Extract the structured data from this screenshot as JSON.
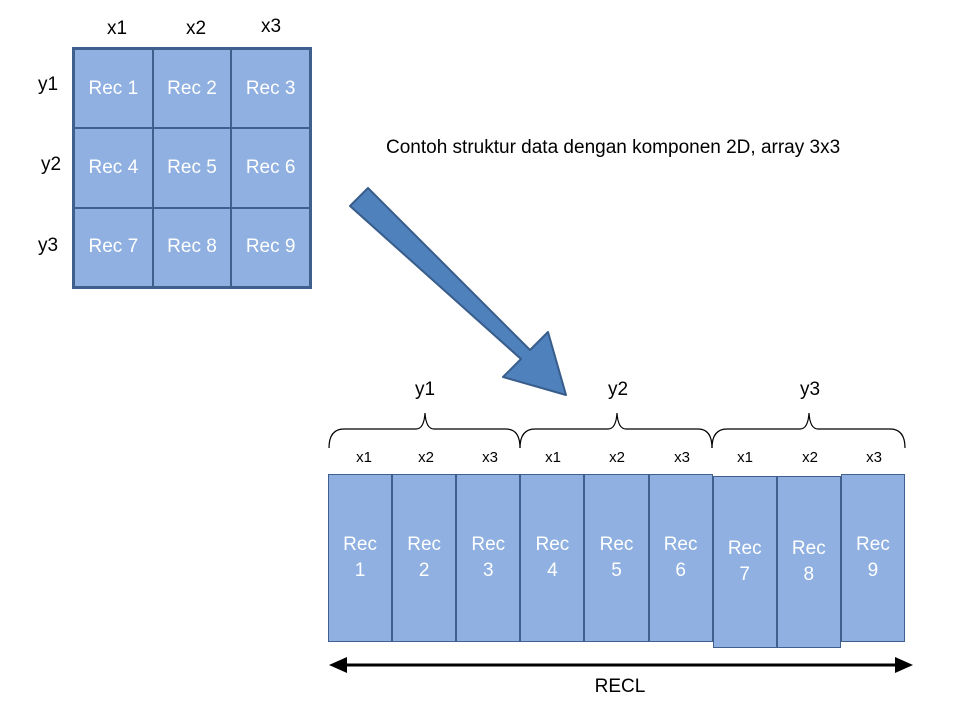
{
  "grid": {
    "col_labels": [
      "x1",
      "x2",
      "x3"
    ],
    "row_labels": [
      "y1",
      "y2",
      "y3"
    ],
    "cells": [
      "Rec 1",
      "Rec 2",
      "Rec 3",
      "Rec 4",
      "Rec 5",
      "Rec 6",
      "Rec 7",
      "Rec 8",
      "Rec 9"
    ]
  },
  "caption": "Contoh struktur data dengan komponen 2D, array 3x3",
  "linear": {
    "group_labels": [
      "y1",
      "y2",
      "y3"
    ],
    "sub_labels": [
      "x1",
      "x2",
      "x3",
      "x1",
      "x2",
      "x3",
      "x1",
      "x2",
      "x3"
    ],
    "cells": [
      {
        "top": "Rec",
        "bottom": "1"
      },
      {
        "top": "Rec",
        "bottom": "2"
      },
      {
        "top": "Rec",
        "bottom": "3"
      },
      {
        "top": "Rec",
        "bottom": "4"
      },
      {
        "top": "Rec",
        "bottom": "5"
      },
      {
        "top": "Rec",
        "bottom": "6"
      },
      {
        "top": "Rec",
        "bottom": "7"
      },
      {
        "top": "Rec",
        "bottom": "8"
      },
      {
        "top": "Rec",
        "bottom": "9"
      }
    ],
    "length_label": "RECL"
  },
  "colors": {
    "cell_fill": "#8FB0E0",
    "cell_border": "#3F5F8C",
    "arrow_fill": "#4F81BD",
    "arrow_border": "#385D8A"
  }
}
